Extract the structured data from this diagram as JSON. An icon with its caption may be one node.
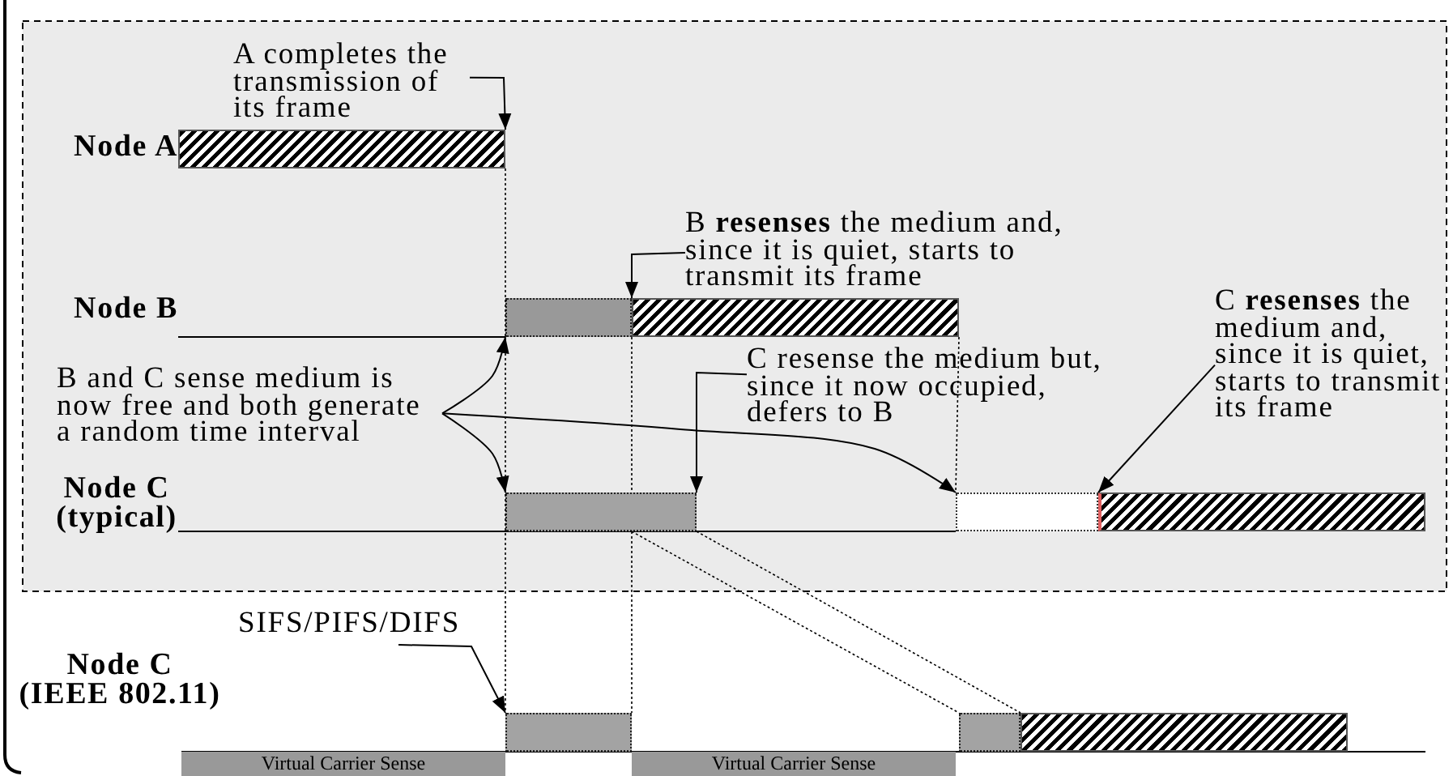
{
  "diagram": {
    "nodes": [
      {
        "text": [
          "A completes the transmission of its frame"
        ]
      },
      {
        "text": [],
        "shape": "bar"
      },
      {
        "text": [
          "B **resenses** the medium and, since it is quiet, starts to transmit its frame"
        ]
      },
      {
        "text": [],
        "shape": "bar"
      },
      {
        "text": [],
        "shape": "bar"
      },
      {
        "text": [
          "B and C sense medium is now free and both generate a random time interval"
        ]
      },
      {
        "text": [
          "C resense the medium but, since it now occupied, defers to B"
        ]
      },
      {
        "text": [
          "C **resenses** the medium and, since it is quiet, starts to transmit its frame"
        ]
      },
      {
        "text": [],
        "shape": "bar"
      },
      {
        "text": [],
        "shape": "bar"
      },
      {
        "text": [],
        "shape": "bar"
      },
      {
        "text": [
          "SIFS/PIFS/DIFS"
        ]
      },
      {
        "text": [],
        "shape": "bar"
      },
      {
        "text": [],
        "shape": "bar"
      },
      {
        "text": [],
        "shape": "bar"
      },
      {
        "text": [
          "Virtual Carrier Sense"
        ]
      },
      {
        "text": [
          "Virtual Carrier Sense"
        ]
      }
    ],
    "edges": [
      {
        "from": 0,
        "to": 1,
        "arrow": "to"
      },
      {
        "from": 2,
        "to": 4,
        "arrow": "to"
      },
      {
        "from": 5,
        "to": 3,
        "arrow": "to"
      },
      {
        "from": 5,
        "to": 8,
        "arrow": "to"
      },
      {
        "from": 5,
        "to": 9,
        "arrow": "to"
      },
      {
        "from": 6,
        "to": 8,
        "arrow": "to"
      },
      {
        "from": 7,
        "to": 10,
        "arrow": "to"
      },
      {
        "from": 11,
        "to": 12,
        "arrow": "to"
      },
      {
        "from": 8,
        "to": 13,
        "arrow": "none",
        "style": "dashed"
      },
      {
        "from": 8,
        "to": 14,
        "arrow": "none",
        "style": "dashed"
      },
      {
        "from": 1,
        "to": 12,
        "arrow": "none",
        "style": "dashed"
      },
      {
        "from": 3,
        "to": 8,
        "arrow": "none",
        "style": "dashed"
      },
      {
        "from": 8,
        "to": 12,
        "arrow": "none",
        "style": "dashed"
      },
      {
        "from": 4,
        "to": 9,
        "arrow": "none",
        "style": "dashed"
      }
    ],
    "labels": [
      "Node A",
      "Node B",
      "Node C (typical)",
      "Node C (IEEE 802.11)"
    ]
  }
}
